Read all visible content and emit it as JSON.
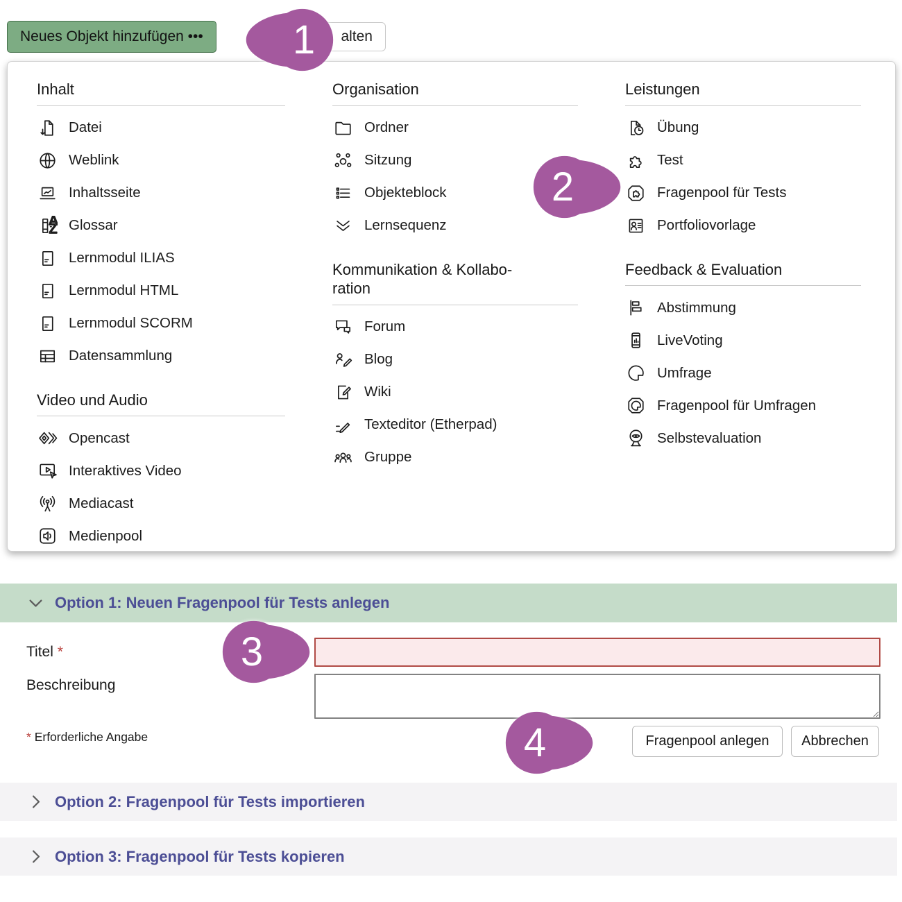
{
  "toolbar": {
    "add_button_label": "Neues Objekt hinzufügen •••",
    "secondary_button_label": "alten"
  },
  "menu": {
    "columns": [
      {
        "sections": [
          {
            "title": "Inhalt",
            "items": [
              {
                "icon": "datei",
                "label": "Datei"
              },
              {
                "icon": "weblink",
                "label": "Weblink"
              },
              {
                "icon": "inhaltsseite",
                "label": "Inhaltsseite"
              },
              {
                "icon": "glossar",
                "label": "Glossar"
              },
              {
                "icon": "lernmodul",
                "label": "Lernmodul ILIAS"
              },
              {
                "icon": "lernmodul",
                "label": "Lernmodul HTML"
              },
              {
                "icon": "lernmodul",
                "label": "Lernmodul SCORM"
              },
              {
                "icon": "datensammlung",
                "label": "Datensammlung"
              }
            ]
          },
          {
            "title": "Video und Audio",
            "items": [
              {
                "icon": "opencast",
                "label": "Opencast"
              },
              {
                "icon": "interaktives-video",
                "label": "Interaktives Video"
              },
              {
                "icon": "mediacast",
                "label": "Mediacast"
              },
              {
                "icon": "medienpool",
                "label": "Medienpool"
              }
            ]
          }
        ]
      },
      {
        "sections": [
          {
            "title": "Organisation",
            "items": [
              {
                "icon": "ordner",
                "label": "Ordner"
              },
              {
                "icon": "sitzung",
                "label": "Sitzung"
              },
              {
                "icon": "objekteblock",
                "label": "Objekteblock"
              },
              {
                "icon": "lernsequenz",
                "label": "Lernsequenz"
              }
            ]
          },
          {
            "title": "Kommunikation & Kollabo-\nration",
            "items": [
              {
                "icon": "forum",
                "label": "Forum"
              },
              {
                "icon": "blog",
                "label": "Blog"
              },
              {
                "icon": "wiki",
                "label": "Wiki"
              },
              {
                "icon": "texteditor",
                "label": "Texteditor (Etherpad)"
              },
              {
                "icon": "gruppe",
                "label": "Gruppe"
              }
            ]
          }
        ]
      },
      {
        "sections": [
          {
            "title": "Leistungen",
            "items": [
              {
                "icon": "uebung",
                "label": "Übung"
              },
              {
                "icon": "test",
                "label": "Test"
              },
              {
                "icon": "fragenpool-tests",
                "label": "Fragenpool für Tests"
              },
              {
                "icon": "portfoliovorlage",
                "label": "Portfoliovorlage"
              }
            ]
          },
          {
            "title": "Feedback & Evaluation",
            "items": [
              {
                "icon": "abstimmung",
                "label": "Abstimmung"
              },
              {
                "icon": "livevoting",
                "label": "LiveVoting"
              },
              {
                "icon": "umfrage",
                "label": "Umfrage"
              },
              {
                "icon": "fragenpool-umfragen",
                "label": "Fragenpool für Umfragen"
              },
              {
                "icon": "selbstevaluation",
                "label": "Selbstevaluation"
              }
            ]
          }
        ]
      }
    ]
  },
  "badges": [
    {
      "number": "1",
      "direction": "left"
    },
    {
      "number": "2",
      "direction": "right"
    },
    {
      "number": "3",
      "direction": "right"
    },
    {
      "number": "4",
      "direction": "right"
    }
  ],
  "form": {
    "option1_title": "Option 1: Neuen Fragenpool für Tests anlegen",
    "title_label": "Titel",
    "required_marker": "*",
    "title_value": "",
    "description_label": "Beschreibung",
    "description_value": "",
    "required_note": "Erforderliche Angabe",
    "submit_label": "Fragenpool anlegen",
    "cancel_label": "Abbrechen",
    "option2_title": "Option 2: Fragenpool für Tests importieren",
    "option3_title": "Option 3: Fragenpool für Tests kopieren"
  },
  "colors": {
    "badge_purple": "#a4599e",
    "add_button_green": "#7dac83",
    "option1_bar_green": "#c5dcc9",
    "option_bar_gray": "#f4f3f5",
    "option_title_purple": "#4c4e95",
    "required_red": "#b9403c",
    "error_field_border": "#b04a45",
    "error_field_bg": "#fbeaeb"
  }
}
